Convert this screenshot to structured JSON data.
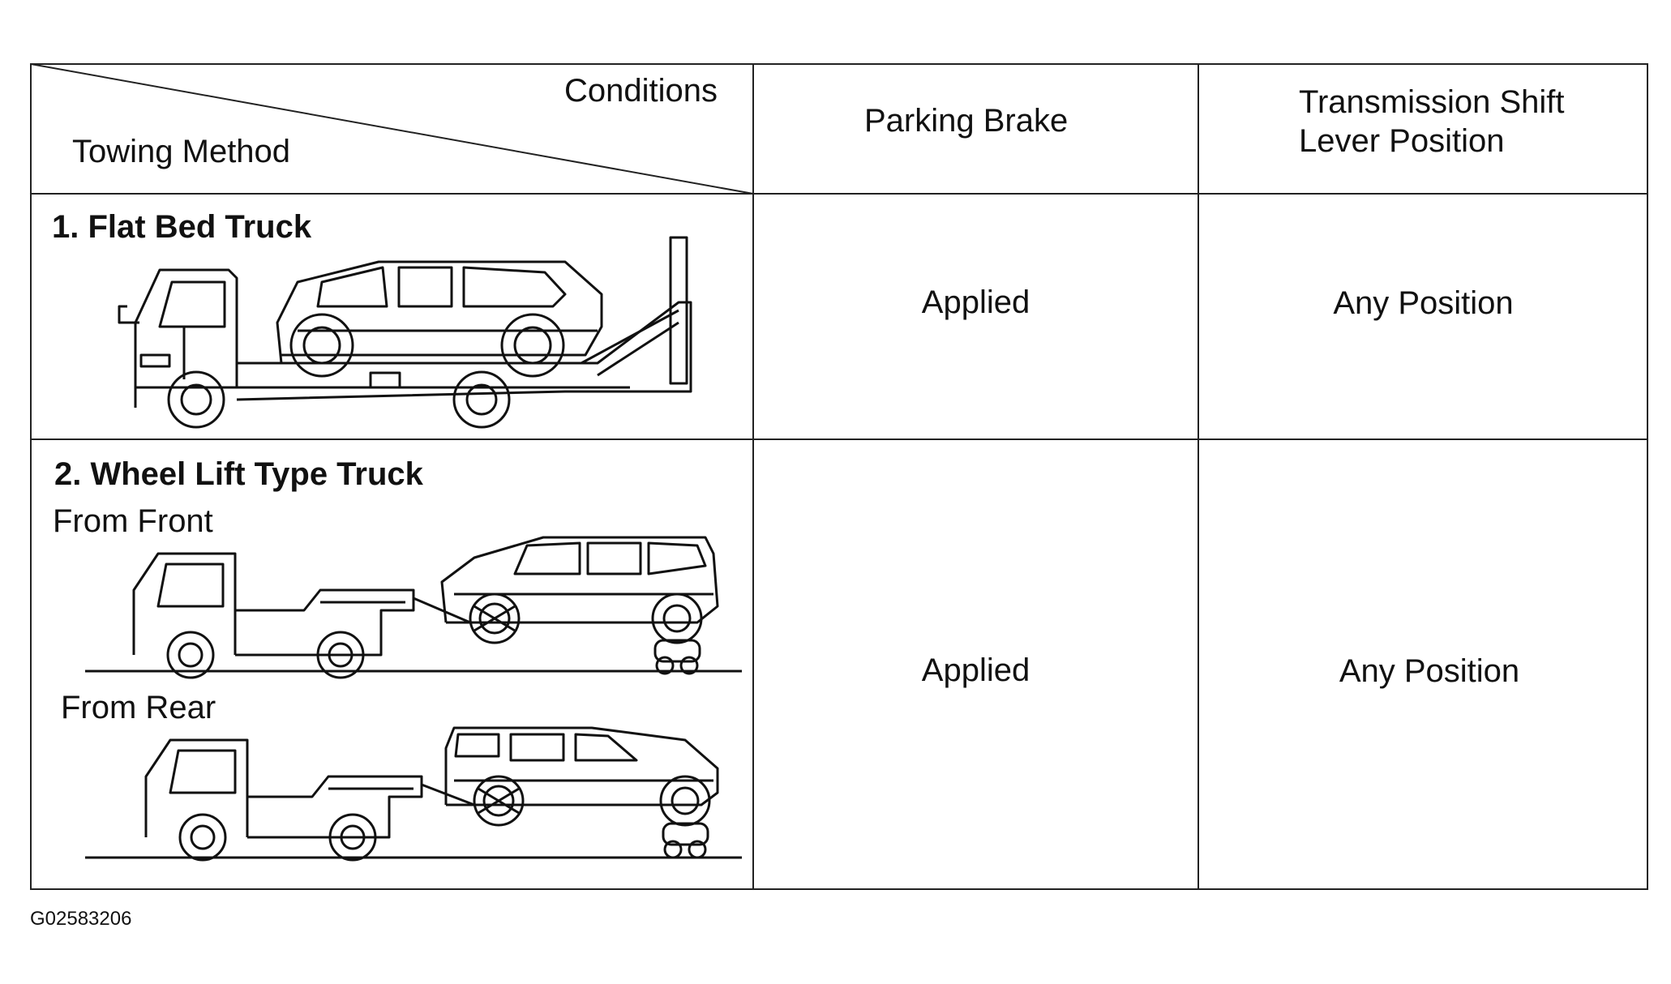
{
  "header": {
    "conditions": "Conditions",
    "towing_method": "Towing Method",
    "parking_brake": "Parking Brake",
    "shift_line1": "Transmission  Shift",
    "shift_line2": "Lever Position"
  },
  "rows": [
    {
      "method": "1. Flat Bed Truck",
      "sub_labels": [],
      "parking_brake": "Applied",
      "shift_position": "Any Position"
    },
    {
      "method": "2. Wheel Lift Type Truck",
      "sub_labels": [
        "From Front",
        "From Rear"
      ],
      "parking_brake": "Applied",
      "shift_position": "Any Position"
    }
  ],
  "figure_code": "G02583206",
  "icons": [
    "flat-bed-truck-illustration",
    "wheel-lift-front-illustration",
    "wheel-lift-rear-illustration"
  ]
}
